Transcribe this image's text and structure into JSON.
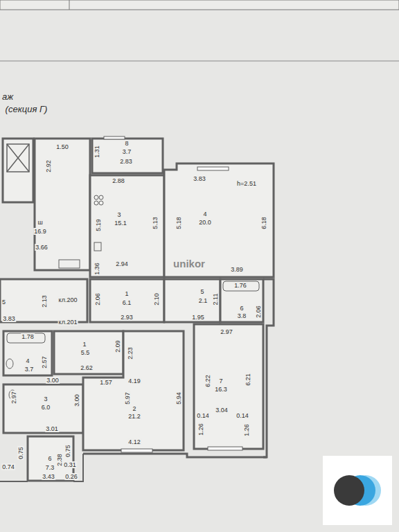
{
  "diagram": {
    "labels": [
      "аж",
      "(секция Г)",
      "1.50",
      "2.92",
      "ш",
      "16.9",
      "3.66",
      "8",
      "3.7",
      "1.31",
      "2.83",
      "2.88",
      "3",
      "15.1",
      "5.19",
      "5.13",
      "2.94",
      "1.36",
      "3.83",
      "h=2.51",
      "4",
      "20.0",
      "5.18",
      "6.18",
      "3.89",
      "unikor",
      "1",
      "6.1",
      "2.06",
      "2.10",
      "2.93",
      "5",
      "2.1",
      "2.11",
      "1.95",
      "1.76",
      "6",
      "3.8",
      "2.06",
      "кл.200",
      "кл.201",
      "5",
      "2.13",
      "3.83",
      "1.78",
      "4",
      "3.7",
      "2.57",
      "1",
      "5.5",
      "2.09",
      "2.62",
      "2.23",
      "3.00",
      "2.97",
      "3",
      "6.0",
      "3.00",
      "3.01",
      "1.57",
      "4.19",
      "5.97",
      "2",
      "21.2",
      "5.94",
      "4.12",
      "0.75",
      "0.75",
      "6",
      "2.38",
      "0.74",
      "7.3",
      "0.31",
      "3.43",
      "0.26",
      "2.97",
      "7",
      "16.3",
      "6.22",
      "6.21",
      "3.04",
      "0.14",
      "0.14",
      "1.26",
      "1.26"
    ]
  }
}
